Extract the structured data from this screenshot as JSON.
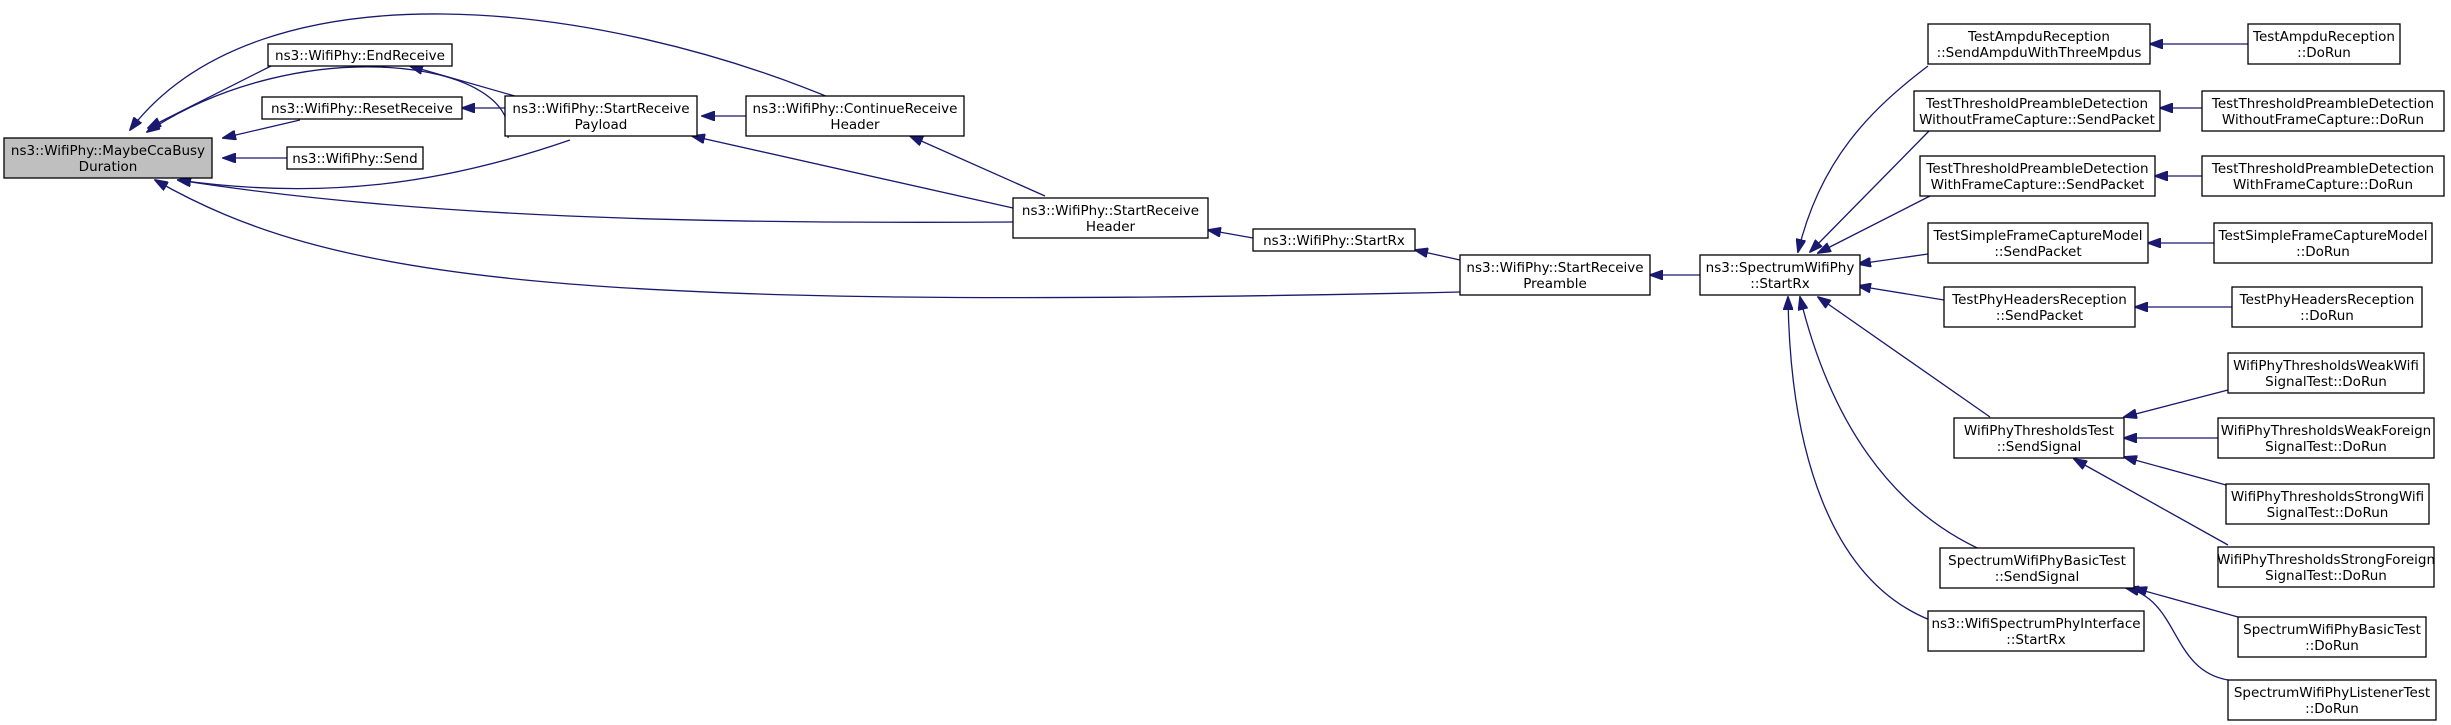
{
  "graph": {
    "title": "",
    "edge_color": "#191970",
    "root_fill": "#bfbfbf",
    "nodes": [
      {
        "id": "maybe",
        "lines": [
          "ns3::WifiPhy::MaybeCcaBusy",
          "Duration"
        ],
        "root": true
      },
      {
        "id": "endrecv",
        "lines": [
          "ns3::WifiPhy::EndReceive"
        ]
      },
      {
        "id": "resetrecv",
        "lines": [
          "ns3::WifiPhy::ResetReceive"
        ]
      },
      {
        "id": "send",
        "lines": [
          "ns3::WifiPhy::Send"
        ]
      },
      {
        "id": "srpayload",
        "lines": [
          "ns3::WifiPhy::StartReceive",
          "Payload"
        ]
      },
      {
        "id": "contrecv",
        "lines": [
          "ns3::WifiPhy::ContinueReceive",
          "Header"
        ]
      },
      {
        "id": "srheader",
        "lines": [
          "ns3::WifiPhy::StartReceive",
          "Header"
        ]
      },
      {
        "id": "startrx",
        "lines": [
          "ns3::WifiPhy::StartRx"
        ]
      },
      {
        "id": "srpreamble",
        "lines": [
          "ns3::WifiPhy::StartReceive",
          "Preamble"
        ]
      },
      {
        "id": "swpstartrx",
        "lines": [
          "ns3::SpectrumWifiPhy",
          "::StartRx"
        ]
      },
      {
        "id": "ampdusend",
        "lines": [
          "TestAmpduReception",
          "::SendAmpduWithThreeMpdus"
        ]
      },
      {
        "id": "ampdudorun",
        "lines": [
          "TestAmpduReception",
          "::DoRun"
        ]
      },
      {
        "id": "tpdwofc_send",
        "lines": [
          "TestThresholdPreambleDetection",
          "WithoutFrameCapture::SendPacket"
        ]
      },
      {
        "id": "tpdwofc_run",
        "lines": [
          "TestThresholdPreambleDetection",
          "WithoutFrameCapture::DoRun"
        ]
      },
      {
        "id": "tpdwfc_send",
        "lines": [
          "TestThresholdPreambleDetection",
          "WithFrameCapture::SendPacket"
        ]
      },
      {
        "id": "tpdwfc_run",
        "lines": [
          "TestThresholdPreambleDetection",
          "WithFrameCapture::DoRun"
        ]
      },
      {
        "id": "tsfcm_send",
        "lines": [
          "TestSimpleFrameCaptureModel",
          "::SendPacket"
        ]
      },
      {
        "id": "tsfcm_run",
        "lines": [
          "TestSimpleFrameCaptureModel",
          "::DoRun"
        ]
      },
      {
        "id": "tphr_send",
        "lines": [
          "TestPhyHeadersReception",
          "::SendPacket"
        ]
      },
      {
        "id": "tphr_run",
        "lines": [
          "TestPhyHeadersReception",
          "::DoRun"
        ]
      },
      {
        "id": "wptt_send",
        "lines": [
          "WifiPhyThresholdsTest",
          "::SendSignal"
        ]
      },
      {
        "id": "wptww_run",
        "lines": [
          "WifiPhyThresholdsWeakWifi",
          "SignalTest::DoRun"
        ]
      },
      {
        "id": "wptwf_run",
        "lines": [
          "WifiPhyThresholdsWeakForeign",
          "SignalTest::DoRun"
        ]
      },
      {
        "id": "wptsw_run",
        "lines": [
          "WifiPhyThresholdsStrongWifi",
          "SignalTest::DoRun"
        ]
      },
      {
        "id": "wptsf_run",
        "lines": [
          "WifiPhyThresholdsStrongForeign",
          "SignalTest::DoRun"
        ]
      },
      {
        "id": "swpbt_send",
        "lines": [
          "SpectrumWifiPhyBasicTest",
          "::SendSignal"
        ]
      },
      {
        "id": "swpbt_run",
        "lines": [
          "SpectrumWifiPhyBasicTest",
          "::DoRun"
        ]
      },
      {
        "id": "swplt_run",
        "lines": [
          "SpectrumWifiPhyListenerTest",
          "::DoRun"
        ]
      },
      {
        "id": "wspi_startrx",
        "lines": [
          "ns3::WifiSpectrumPhyInterface",
          "::StartRx"
        ]
      }
    ]
  }
}
